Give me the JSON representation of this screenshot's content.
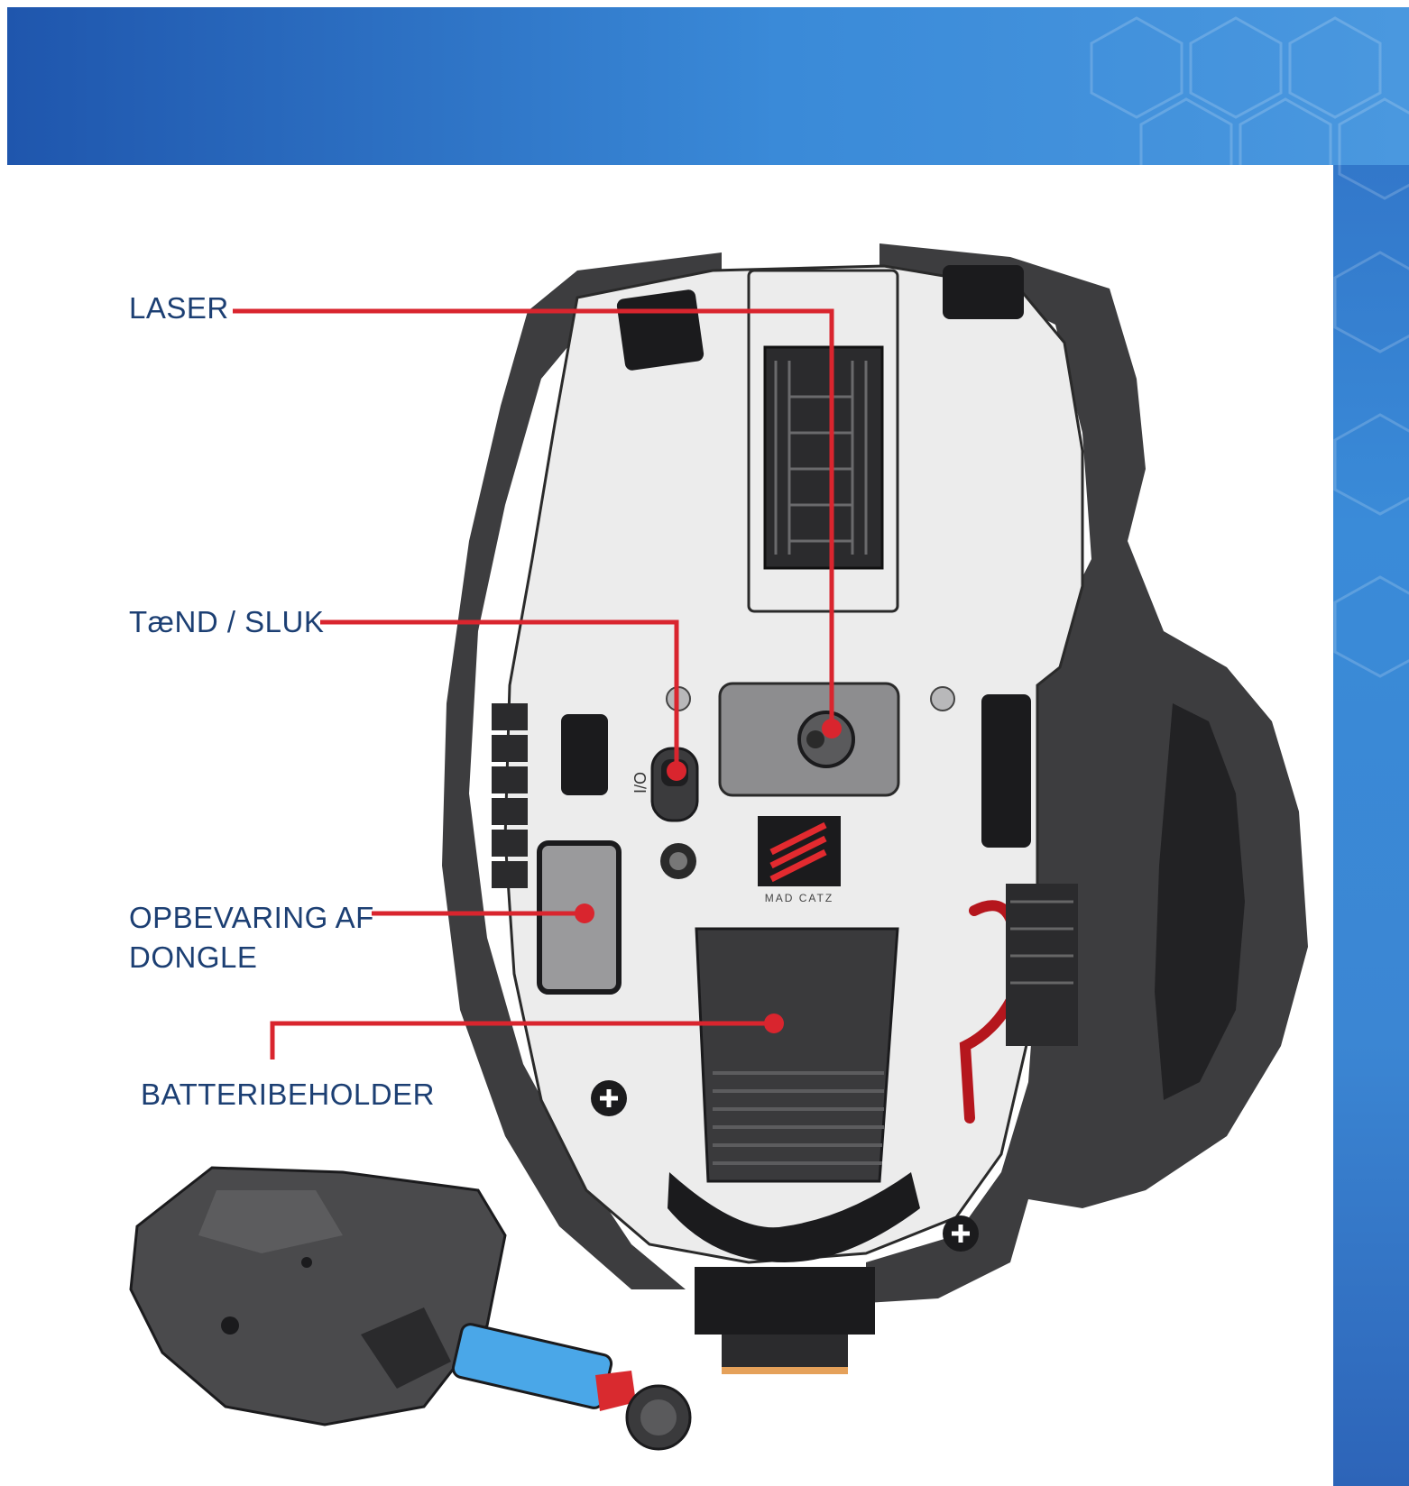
{
  "labels": {
    "laser": "LASER",
    "power": "TæND / SLUK",
    "dongle": "OPBEVARING AF\nDONGLE",
    "battery": "BATTERIBEHOLDER"
  },
  "product": {
    "logo_text": "MAD CATZ",
    "switch_marks": "O/I"
  },
  "colors": {
    "band_blue": "#3a8bd8",
    "label_navy": "#1c3f73",
    "callout_red": "#d9252e",
    "shell_dark": "#3d3d3f",
    "plate_light": "#ececec",
    "battery_blue": "#4aa7e8"
  }
}
